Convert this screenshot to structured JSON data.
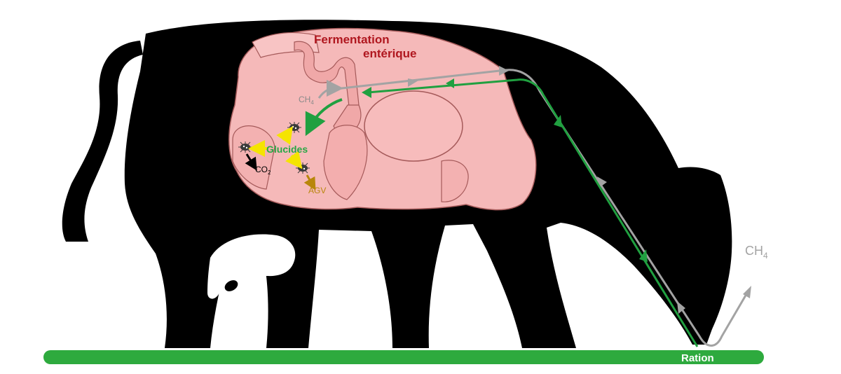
{
  "labels": {
    "fermentation_line1": "Fermentation",
    "fermentation_line2": "entérique",
    "ch4_inner": "CH",
    "ch4_inner_sub": "4",
    "glucides": "Glucides",
    "co2": "CO",
    "co2_sub": "2",
    "agv": "AGV",
    "ch4_outer": "CH",
    "ch4_outer_sub": "4",
    "ration": "Ration"
  },
  "colors": {
    "cow": "#000000",
    "ground": "#2eaa3e",
    "stomach_fill": "#f5b9b9",
    "stomach_stroke": "#a55a5a",
    "title_red": "#b0171f",
    "green_flow": "#20a040",
    "gray_flow": "#a3a3a3",
    "glucides_green": "#28a745",
    "agv_gold": "#b8860b",
    "yellow_arrow": "#f5e400",
    "microbe": "#3a3a3a"
  },
  "icons": {
    "microbe": "microbe-icon"
  }
}
